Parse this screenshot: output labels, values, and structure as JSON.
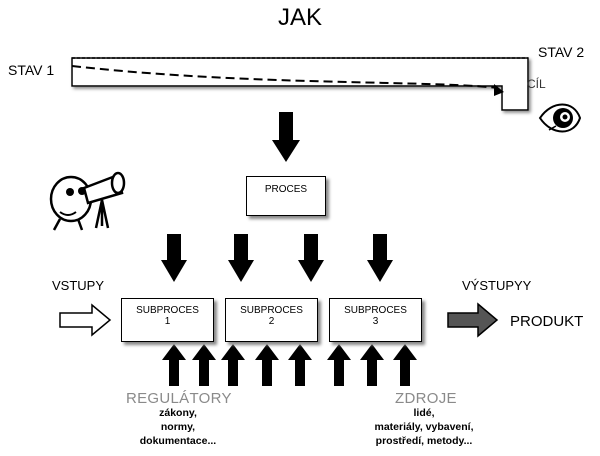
{
  "title": "JAK",
  "top": {
    "state_start": "STAV 1",
    "state_end": "STAV 2",
    "goal": "CÍL"
  },
  "center": {
    "process": "PROCES"
  },
  "subprocesses": [
    {
      "name": "SUBPROCES",
      "number": "1"
    },
    {
      "name": "SUBPROCES",
      "number": "2"
    },
    {
      "name": "SUBPROCES",
      "number": "3"
    }
  ],
  "flow": {
    "inputs": "VSTUPY",
    "outputs": "VÝSTUPYY",
    "product": "PRODUKT"
  },
  "regulators": {
    "title": "REGULÁTORY",
    "items": [
      "zákony,",
      "normy,",
      "dokumentace..."
    ]
  },
  "resources": {
    "title": "ZDROJE",
    "items": [
      "lidé,",
      "materiály, vybavení,",
      "prostředí, metody..."
    ]
  }
}
